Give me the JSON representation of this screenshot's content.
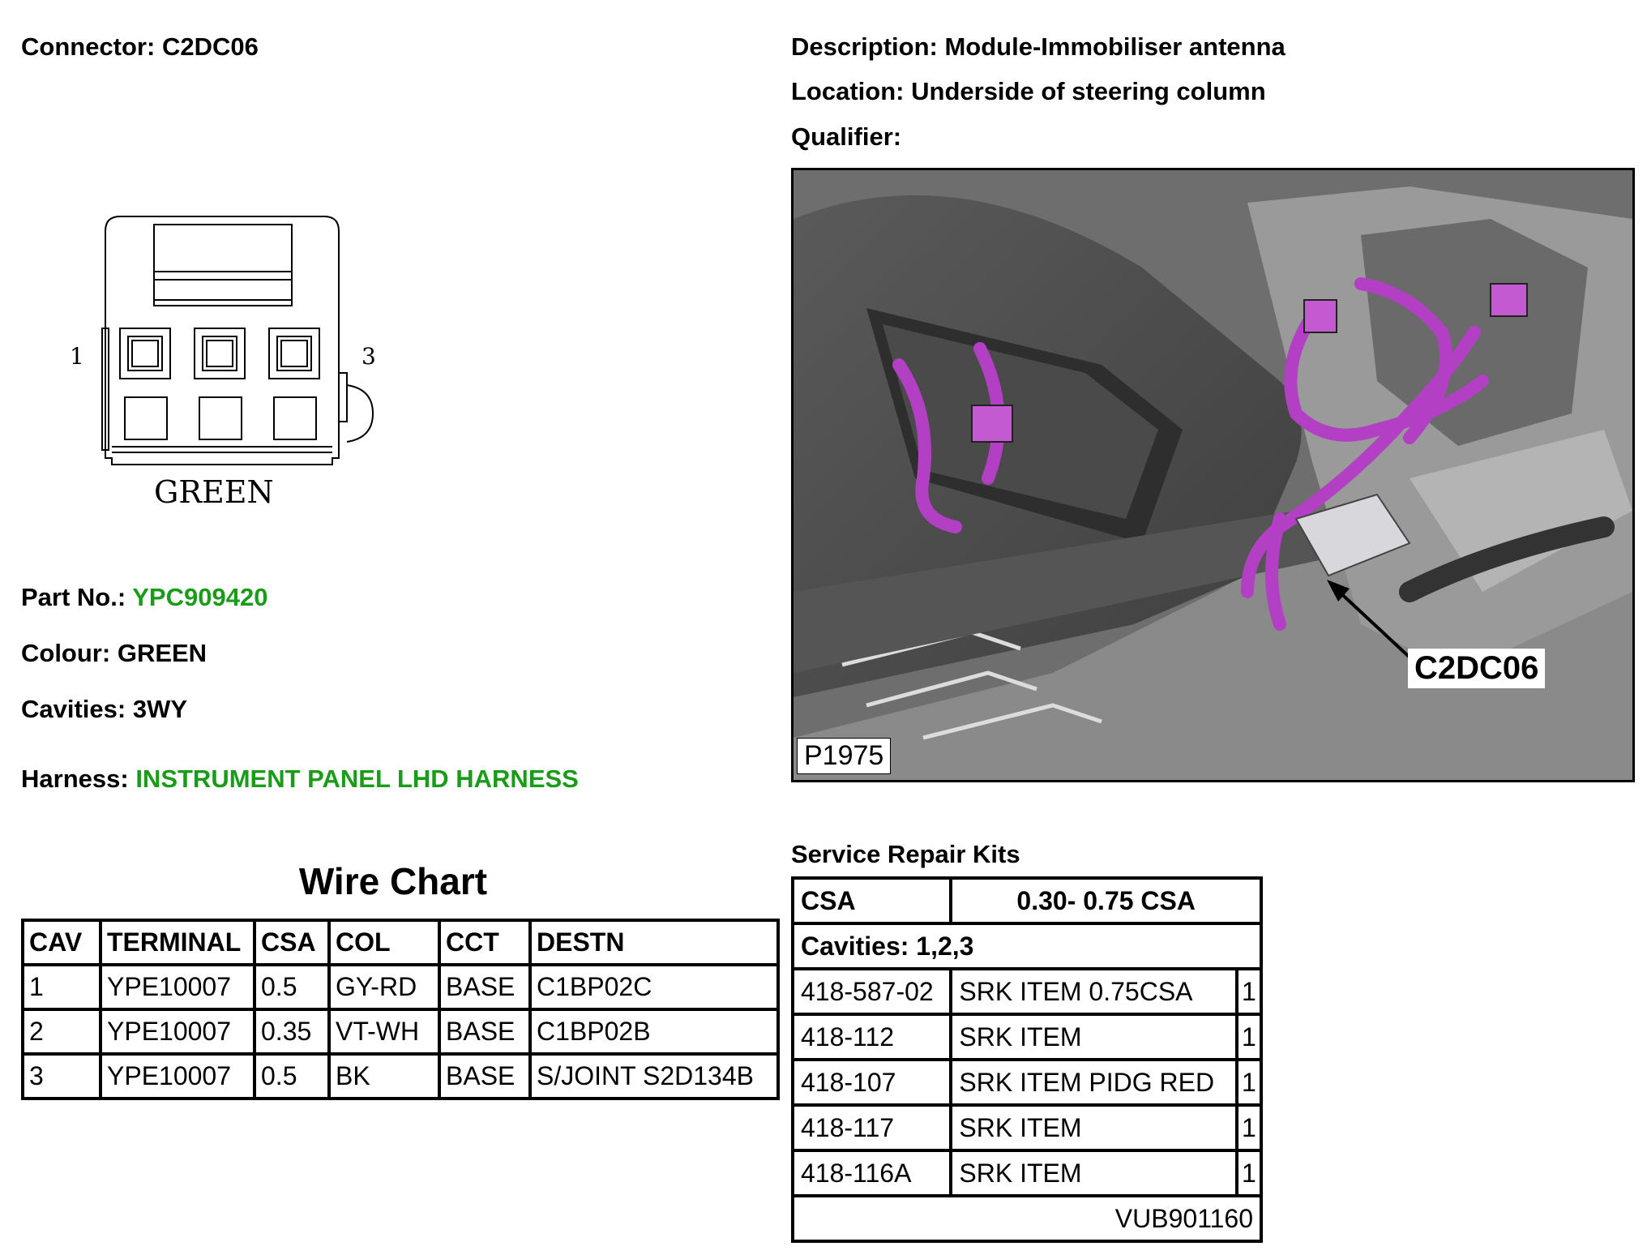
{
  "header": {
    "connector_label": "Connector:",
    "connector_value": "C2DC06",
    "description_label": "Description:",
    "description_value": "Module-Immobiliser antenna",
    "location_label": "Location:",
    "location_value": "Underside of steering column",
    "qualifier_label": "Qualifier:",
    "qualifier_value": ""
  },
  "connector_diagram": {
    "pin_left": "1",
    "pin_right": "3",
    "color_text": "GREEN"
  },
  "details": {
    "part_label": "Part No.:",
    "part_value": "YPC909420",
    "colour_label": "Colour:",
    "colour_value": "GREEN",
    "cavities_label": "Cavities:",
    "cavities_value": "3WY",
    "harness_label": "Harness:",
    "harness_value": "INSTRUMENT PANEL LHD HARNESS",
    "accent_color": "#1a9c1a"
  },
  "photo": {
    "callout": "C2DC06",
    "code": "P1975",
    "wire_color": "#b23fc4"
  },
  "wire_chart": {
    "title": "Wire Chart",
    "headers": [
      "CAV",
      "TERMINAL",
      "CSA",
      "COL",
      "CCT",
      "DESTN"
    ],
    "rows": [
      [
        "1",
        "YPE10007",
        "0.5",
        "GY-RD",
        "BASE",
        "C1BP02C"
      ],
      [
        "2",
        "YPE10007",
        "0.35",
        "VT-WH",
        "BASE",
        "C1BP02B"
      ],
      [
        "3",
        "YPE10007",
        "0.5",
        "BK",
        "BASE",
        "S/JOINT S2D134B"
      ]
    ]
  },
  "service_repair_kits": {
    "title": "Service Repair Kits",
    "csa_label": "CSA",
    "csa_value": "0.30- 0.75 CSA",
    "cavities": "Cavities: 1,2,3",
    "rows": [
      [
        "418-587-02",
        "SRK ITEM 0.75CSA",
        "1"
      ],
      [
        "418-112",
        "SRK ITEM",
        "1"
      ],
      [
        "418-107",
        "SRK ITEM PIDG RED",
        "1"
      ],
      [
        "418-117",
        "SRK ITEM",
        "1"
      ],
      [
        "418-116A",
        "SRK ITEM",
        "1"
      ]
    ],
    "footer_code": "VUB901160"
  }
}
